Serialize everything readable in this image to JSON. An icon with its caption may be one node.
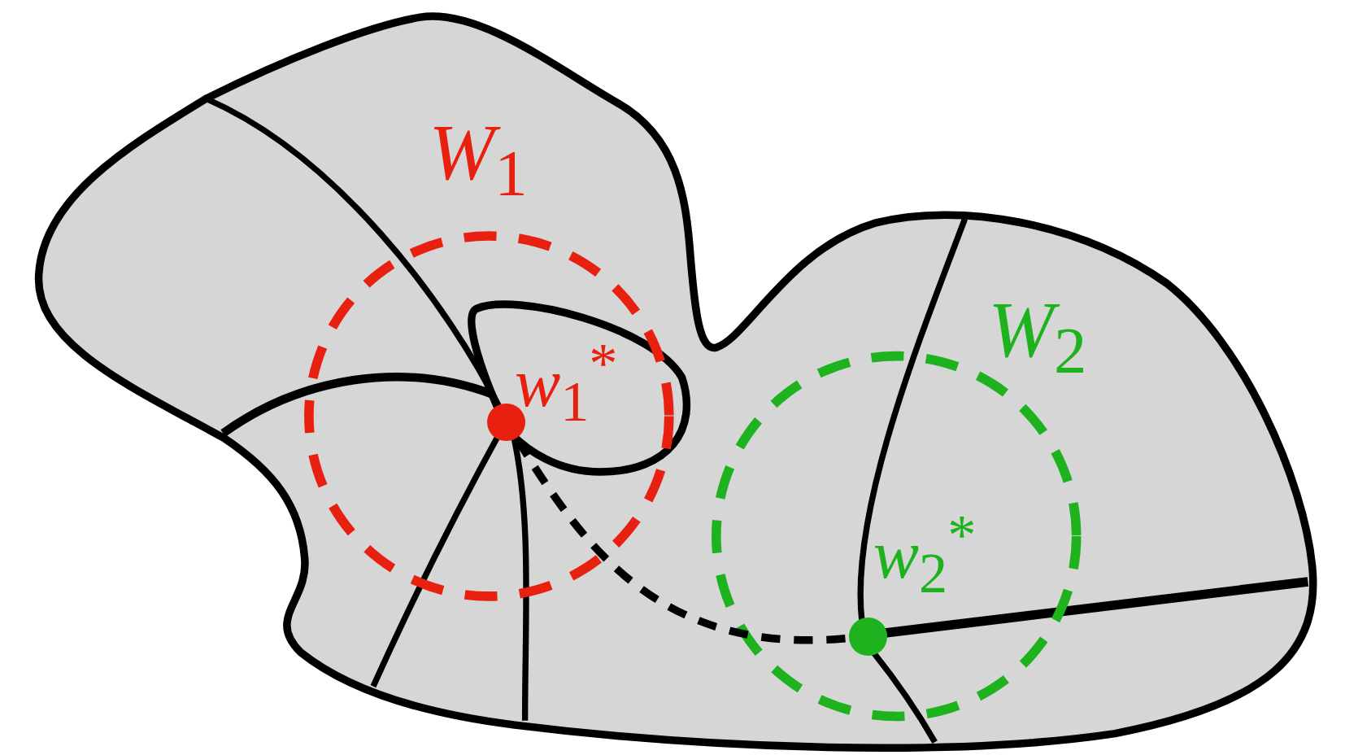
{
  "diagram": {
    "nodes": [
      {
        "text": [],
        "shape": "circle",
        "beside": [
          "*w*$_{1}$$^{*}$"
        ]
      },
      {
        "text": [],
        "shape": "circle",
        "beside": [
          "*w*$_{2}$$^{*}$"
        ]
      }
    ],
    "edges": [
      {
        "from": 0,
        "to": 1,
        "arrow": "none",
        "style": "dashed"
      }
    ],
    "labels": [
      "W$_{1}$",
      "W$_{2}$"
    ]
  }
}
